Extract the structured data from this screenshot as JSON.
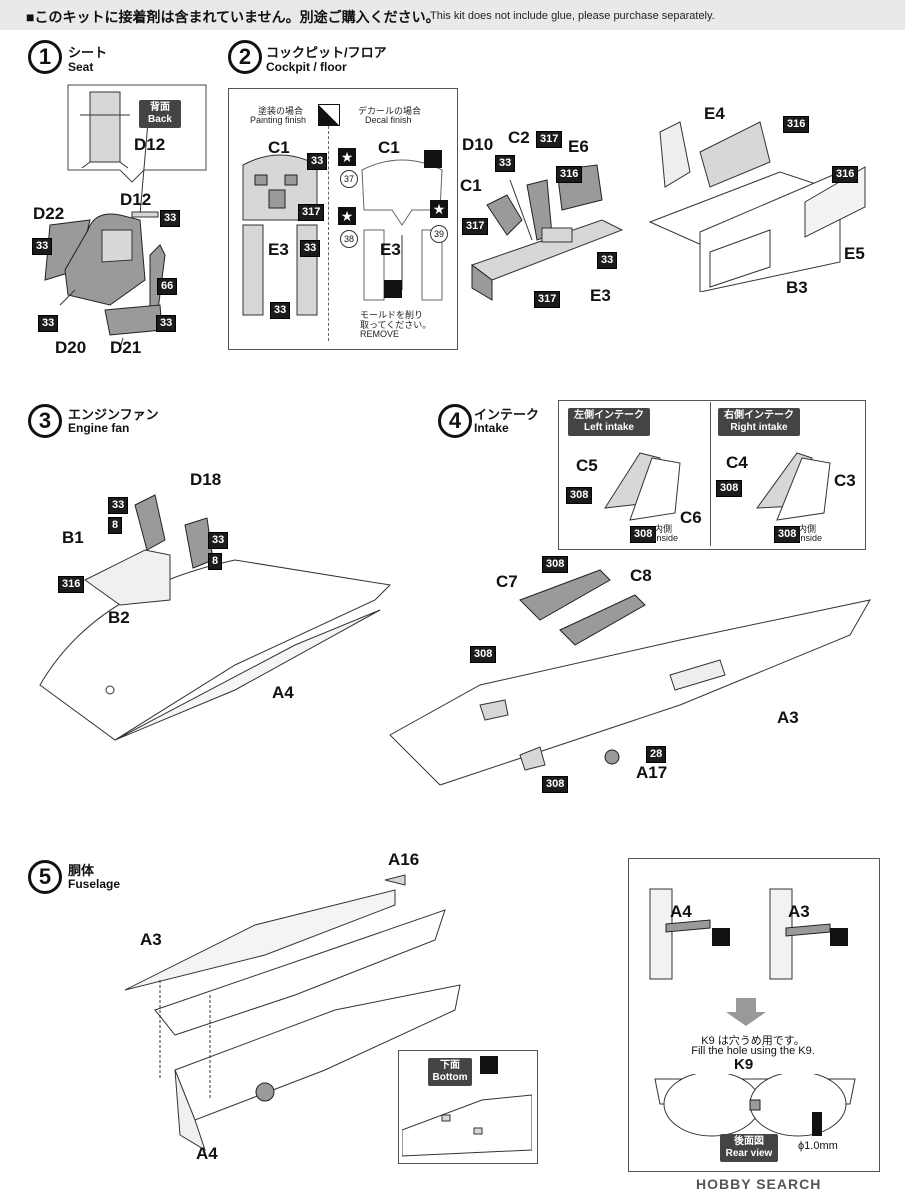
{
  "notice": {
    "jp": "■このキットに接着剤は含まれていません。別途ご購入ください。",
    "en": "This kit does not include glue, please purchase separately."
  },
  "step1": {
    "num": "1",
    "jp": "シート",
    "en": "Seat",
    "tag_jp": "背面",
    "tag_en": "Back",
    "labels": {
      "d12a": "D12",
      "d12b": "D12",
      "d22": "D22",
      "d20": "D20",
      "d21": "D21"
    },
    "paints": {
      "p33a": "33",
      "p33b": "33",
      "p33c": "33",
      "p33d": "33",
      "p66": "66"
    }
  },
  "step2": {
    "num": "2",
    "jp": "コックピット/フロア",
    "en": "Cockpit / floor",
    "paint_jp": "塗装の場合",
    "paint_en": "Painting finish",
    "decal_jp": "デカールの場合",
    "decal_en": "Decal finish",
    "remove_jp1": "モールドを削り",
    "remove_jp2": "取ってください。",
    "remove_en": "REMOVE",
    "labels": {
      "c1a": "C1",
      "e3a": "E3",
      "c1b": "C1",
      "e3b": "E3",
      "d10": "D10",
      "c2": "C2",
      "c1c": "C1",
      "e6": "E6",
      "e3c": "E3",
      "e4": "E4",
      "e5": "E5",
      "b3": "B3"
    },
    "paints": {
      "p33a": "33",
      "p317a": "317",
      "p33b": "33",
      "p33c": "33",
      "p317b": "317",
      "p317c": "317",
      "p316a": "316",
      "p33d": "33",
      "p317d": "317",
      "p316b": "316",
      "p316c": "316"
    },
    "decal_nums": {
      "n37": "37",
      "n38": "38",
      "n39": "39"
    }
  },
  "step3": {
    "num": "3",
    "jp": "エンジンファン",
    "en": "Engine fan",
    "labels": {
      "d18": "D18",
      "b1": "B1",
      "b2": "B2",
      "a4": "A4"
    },
    "paints": {
      "p33a": "33",
      "p8a": "8",
      "p33b": "33",
      "p8b": "8",
      "p316": "316"
    }
  },
  "step4": {
    "num": "4",
    "jp": "インテーク",
    "en": "Intake",
    "left_jp": "左側インテーク",
    "left_en": "Left intake",
    "right_jp": "右側インテーク",
    "right_en": "Right intake",
    "inside_jp": "内側",
    "inside_en": "Inside",
    "labels": {
      "c5": "C5",
      "c6": "C6",
      "c4": "C4",
      "c3": "C3",
      "c7": "C7",
      "c8": "C8",
      "a3": "A3",
      "a17": "A17"
    },
    "paints": {
      "p308a": "308",
      "p308b": "308",
      "p308c": "308",
      "p308d": "308",
      "p308e": "308",
      "p308f": "308",
      "p308g": "308",
      "p28": "28"
    }
  },
  "step5": {
    "num": "5",
    "jp": "胴体",
    "en": "Fuselage",
    "bottom_jp": "下面",
    "bottom_en": "Bottom",
    "k9_jp": "K9 は穴うめ用です。",
    "k9_en": "Fill the hole using the K9.",
    "rear_jp": "後面図",
    "rear_en": "Rear view",
    "drill": "ϕ1.0mm",
    "labels": {
      "a16": "A16",
      "a3": "A3",
      "a4": "A4",
      "a4d": "A4",
      "a3d": "A3",
      "k9": "K9"
    }
  },
  "watermark": "HOBBY SEARCH"
}
